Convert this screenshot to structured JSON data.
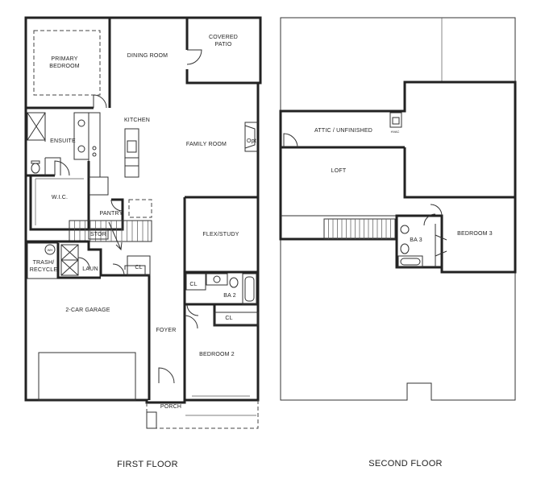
{
  "first_floor": {
    "caption": "FIRST FLOOR",
    "rooms": {
      "primary_bedroom": [
        "PRIMARY",
        "BEDROOM"
      ],
      "dining_room": "DINING ROOM",
      "covered_patio": [
        "COVERED",
        "PATIO"
      ],
      "kitchen": "KITCHEN",
      "family_room": "FAMILY ROOM",
      "opt": "Opt",
      "ensuite": "ENSUITE",
      "wic": "W.I.C.",
      "pantry": "PANTRY",
      "storage": "STOR",
      "flex_study": "FLEX/STUDY",
      "trash_recycle": [
        "TRASH/",
        "RECYCLE"
      ],
      "wh": "WH",
      "laundry": "LAUN",
      "closet_laundry": "CL",
      "closet_hall": "CL",
      "closet_bedroom2": "CL",
      "bath2": "BA 2",
      "garage": "2-CAR GARAGE",
      "foyer": "FOYER",
      "bedroom2": "BEDROOM 2",
      "porch": "PORCH"
    }
  },
  "second_floor": {
    "caption": "SECOND FLOOR",
    "rooms": {
      "attic": "ATTIC / UNFINISHED",
      "hvac": "HVAC",
      "loft": "LOFT",
      "bath3": "BA 3",
      "bedroom3": "BEDROOM 3"
    }
  }
}
